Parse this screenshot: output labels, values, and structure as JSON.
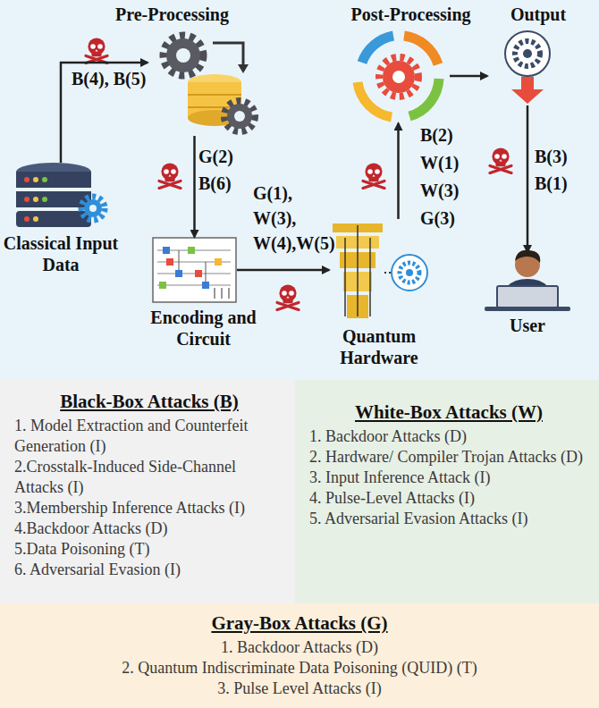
{
  "diagram": {
    "nodes": [
      {
        "text": [
          "Classical Input Data"
        ]
      },
      {
        "text": [
          "Pre-Processing"
        ]
      },
      {
        "text": [
          "Encoding and Circuit"
        ]
      },
      {
        "text": [
          "Quantum Hardware"
        ]
      },
      {
        "text": [
          "Post-Processing"
        ]
      },
      {
        "text": [
          "Output"
        ]
      },
      {
        "text": [
          "User"
        ]
      },
      {
        "text": [
          "Black-Box Attacks (B)",
          "1. Model Extraction and Counterfeit Generation (I)",
          "2.Crosstalk-Induced Side-Channel Attacks (I)",
          "3.Membership Inference Attacks (I)",
          "4.Backdoor Attacks (D)",
          "5.Data Poisoning (T)",
          "6. Adversarial Evasion (I)"
        ]
      },
      {
        "text": [
          "White-Box Attacks (W)",
          "1. Backdoor Attacks (D)",
          "2. Hardware/ Compiler Trojan Attacks (D)",
          "3. Input Inference Attack (I)",
          "4. Pulse-Level Attacks (I)",
          "5. Adversarial Evasion Attacks (I)"
        ]
      },
      {
        "text": [
          "Gray-Box Attacks (G)",
          "1. Backdoor Attacks (D)",
          "2. Quantum Indiscriminate Data Poisoning (QUID) (T)",
          "3. Pulse Level Attacks (I)"
        ]
      }
    ],
    "edges": [
      {
        "from": 0,
        "to": 1,
        "label": "B(4), B(5)",
        "arrow": "to"
      },
      {
        "from": 1,
        "to": 2,
        "label": "G(2) B(6)",
        "arrow": "to"
      },
      {
        "from": 2,
        "to": 3,
        "label": "G(1), W(3), W(4),W(5)",
        "arrow": "to"
      },
      {
        "from": 3,
        "to": 4,
        "label": "B(2) W(1) W(3) G(3)",
        "arrow": "to"
      },
      {
        "from": 4,
        "to": 5,
        "arrow": "to"
      },
      {
        "from": 5,
        "to": 6,
        "label": "B(3) B(1)",
        "arrow": "to"
      }
    ]
  }
}
